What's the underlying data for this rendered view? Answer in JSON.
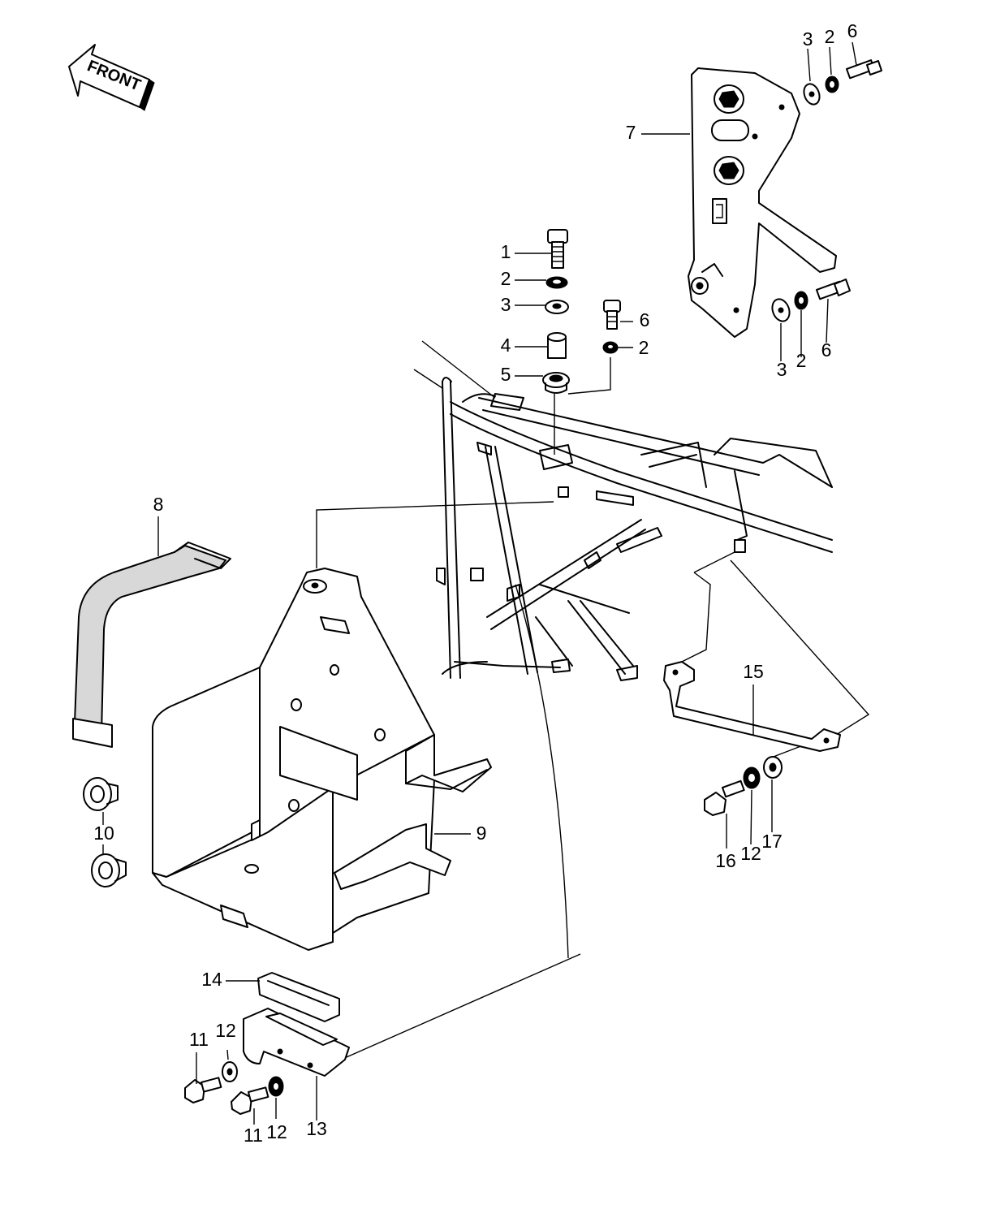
{
  "front_indicator": {
    "text": "FRONT",
    "icon": "front-arrow-icon"
  },
  "labels": [
    {
      "key": "lbl-1",
      "text": "1"
    },
    {
      "key": "lbl-2a",
      "text": "2"
    },
    {
      "key": "lbl-3a",
      "text": "3"
    },
    {
      "key": "lbl-4",
      "text": "4"
    },
    {
      "key": "lbl-5",
      "text": "5"
    },
    {
      "key": "lbl-6a",
      "text": "6"
    },
    {
      "key": "lbl-2b",
      "text": "2"
    },
    {
      "key": "lbl-3b",
      "text": "3"
    },
    {
      "key": "lbl-2c",
      "text": "2"
    },
    {
      "key": "lbl-6b",
      "text": "6"
    },
    {
      "key": "lbl-7",
      "text": "7"
    },
    {
      "key": "lbl-3c",
      "text": "3"
    },
    {
      "key": "lbl-2d",
      "text": "2"
    },
    {
      "key": "lbl-6c",
      "text": "6"
    },
    {
      "key": "lbl-8",
      "text": "8"
    },
    {
      "key": "lbl-9",
      "text": "9"
    },
    {
      "key": "lbl-10",
      "text": "10"
    },
    {
      "key": "lbl-11a",
      "text": "11"
    },
    {
      "key": "lbl-12a",
      "text": "12"
    },
    {
      "key": "lbl-11b",
      "text": "11"
    },
    {
      "key": "lbl-12b",
      "text": "12"
    },
    {
      "key": "lbl-13",
      "text": "13"
    },
    {
      "key": "lbl-14",
      "text": "14"
    },
    {
      "key": "lbl-15",
      "text": "15"
    },
    {
      "key": "lbl-16",
      "text": "16"
    },
    {
      "key": "lbl-12c",
      "text": "12"
    },
    {
      "key": "lbl-17",
      "text": "17"
    }
  ]
}
